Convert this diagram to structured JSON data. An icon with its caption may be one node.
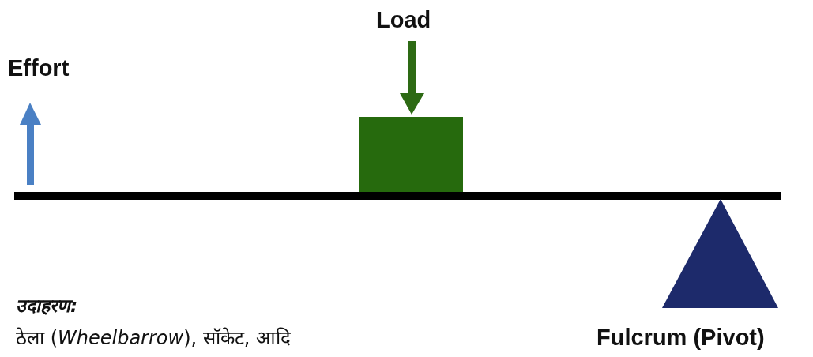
{
  "diagram": {
    "labels": [
      "Load",
      "Effort",
      "उदाहरण:",
      "ठेला (*Wheelbarrow*), सॉकेट, आदि",
      "Fulcrum (Pivot)"
    ]
  }
}
